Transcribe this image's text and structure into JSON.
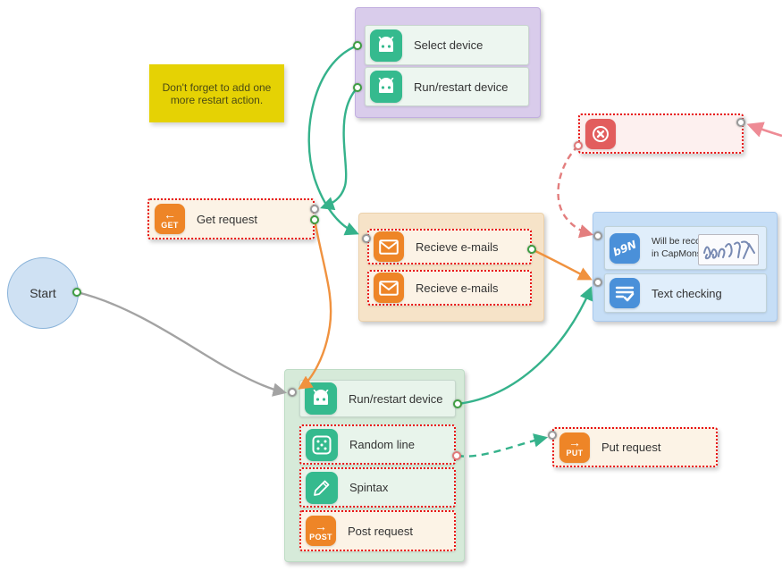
{
  "colors": {
    "teal": "#35b28b",
    "orange": "#f0923f",
    "gray": "#a3a3a3",
    "soft_red": "#e37e7e",
    "pink": "#ee8b95",
    "teal_icon": "#35ba8e",
    "orange_icon": "#ee8527",
    "red_icon": "#e25d5d",
    "blue_icon": "#4a90d9",
    "port_green": "#3f9e43",
    "port_gray": "#9a9a9a",
    "port_red": "#e07a7a",
    "dotted": "#e81212",
    "note_bg": "#e5d204",
    "purple_group": "#d9cceb",
    "tan_group": "#f6e3c8",
    "green_group": "#d6ead9",
    "blue_group": "#c6def6",
    "start_fill": "#cfe1f3",
    "start_border": "#8ab3d9"
  },
  "start": {
    "label": "Start"
  },
  "note": {
    "text": "Don't forget to add one more restart action."
  },
  "groups": {
    "device": {
      "items": [
        {
          "label": "Select device",
          "icon": "android-icon"
        },
        {
          "label": "Run/restart device",
          "icon": "android-icon"
        }
      ]
    },
    "emails": {
      "items": [
        {
          "label": "Recieve e-mails",
          "icon": "envelope-icon"
        },
        {
          "label": "Recieve e-mails",
          "icon": "envelope-icon"
        }
      ]
    },
    "recognition": {
      "items": [
        {
          "label": "Will be recognized in CapMonsterCl...",
          "icon": "captcha-recognition-icon"
        },
        {
          "label": "Text checking",
          "icon": "text-check-icon"
        }
      ]
    },
    "actions": {
      "items": [
        {
          "label": "Run/restart device",
          "icon": "android-icon"
        },
        {
          "label": "Random line",
          "icon": "dice-icon"
        },
        {
          "label": "Spintax",
          "icon": "pencil-icon"
        },
        {
          "label": "Post request",
          "icon": "post-request-icon",
          "badge": "POST",
          "arrow": "→"
        }
      ]
    }
  },
  "nodes": {
    "get_request": {
      "label": "Get request",
      "badge": "GET",
      "arrow": "←"
    },
    "put_request": {
      "label": "Put request",
      "badge": "PUT",
      "arrow": "→"
    },
    "error_stop": {
      "icon": "circle-x-icon"
    }
  },
  "edges": [
    {
      "from": "select-device",
      "to": "recieve-emails-1",
      "style": "solid",
      "color": "teal"
    },
    {
      "from": "run-restart-device-1",
      "to": "get-request",
      "style": "solid",
      "color": "teal"
    },
    {
      "from": "get-request",
      "to": "run-restart-device-2",
      "style": "solid",
      "color": "orange"
    },
    {
      "from": "start",
      "to": "run-restart-device-2",
      "style": "solid",
      "color": "gray"
    },
    {
      "from": "recieve-emails-1",
      "to": "text-checking",
      "style": "solid",
      "color": "orange"
    },
    {
      "from": "run-restart-device-2",
      "to": "text-checking",
      "style": "solid",
      "color": "teal"
    },
    {
      "from": "random-line",
      "to": "put-request",
      "style": "dashed",
      "color": "teal"
    },
    {
      "from": "error-stop",
      "to": "capmonster-recognition",
      "style": "dashed",
      "color": "soft_red"
    },
    {
      "from": "offscreen-right",
      "to": "error-stop",
      "style": "solid",
      "color": "pink"
    }
  ]
}
